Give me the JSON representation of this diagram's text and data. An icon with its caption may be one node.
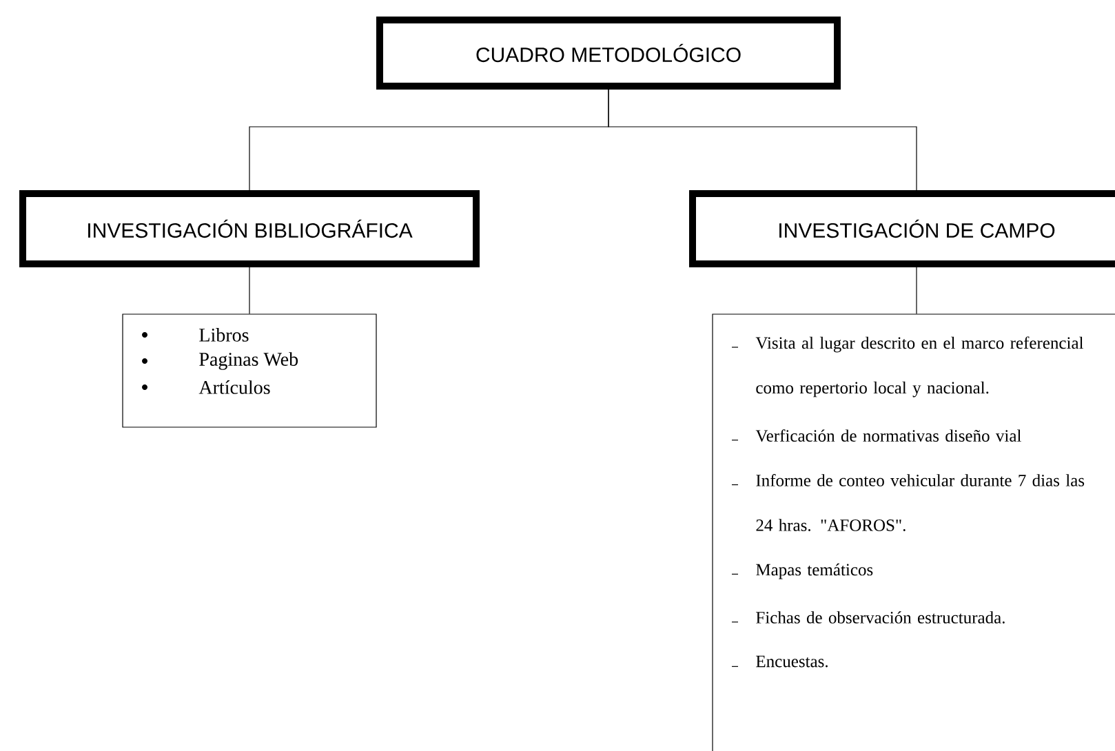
{
  "diagram": {
    "nodes": [
      {
        "text": [
          "CUADRO METODOLÓGICO"
        ]
      },
      {
        "text": [
          "INVESTIGACIÓN BIBLIOGRÁFICA"
        ]
      },
      {
        "text": [
          "INVESTIGACIÓN DE CAMPO"
        ]
      },
      {
        "text": [
          "Libros",
          "Paginas Web",
          "Artículos"
        ]
      },
      {
        "text": [
          "Visita al lugar descrito en el marco referencial como repertorio local y nacional.",
          "Verficación de normativas diseño vial",
          "Informe de conteo vehicular durante 7 dias las 24 hras. \"AFOROS\".",
          "Mapas temáticos",
          "Fichas de observación estructurada.",
          "Encuestas."
        ]
      }
    ],
    "edges": [
      {
        "from": 0,
        "to": 1,
        "arrow": "none"
      },
      {
        "from": 0,
        "to": 2,
        "arrow": "none"
      },
      {
        "from": 1,
        "to": 3,
        "arrow": "none"
      },
      {
        "from": 2,
        "to": 4,
        "arrow": "none"
      }
    ]
  }
}
